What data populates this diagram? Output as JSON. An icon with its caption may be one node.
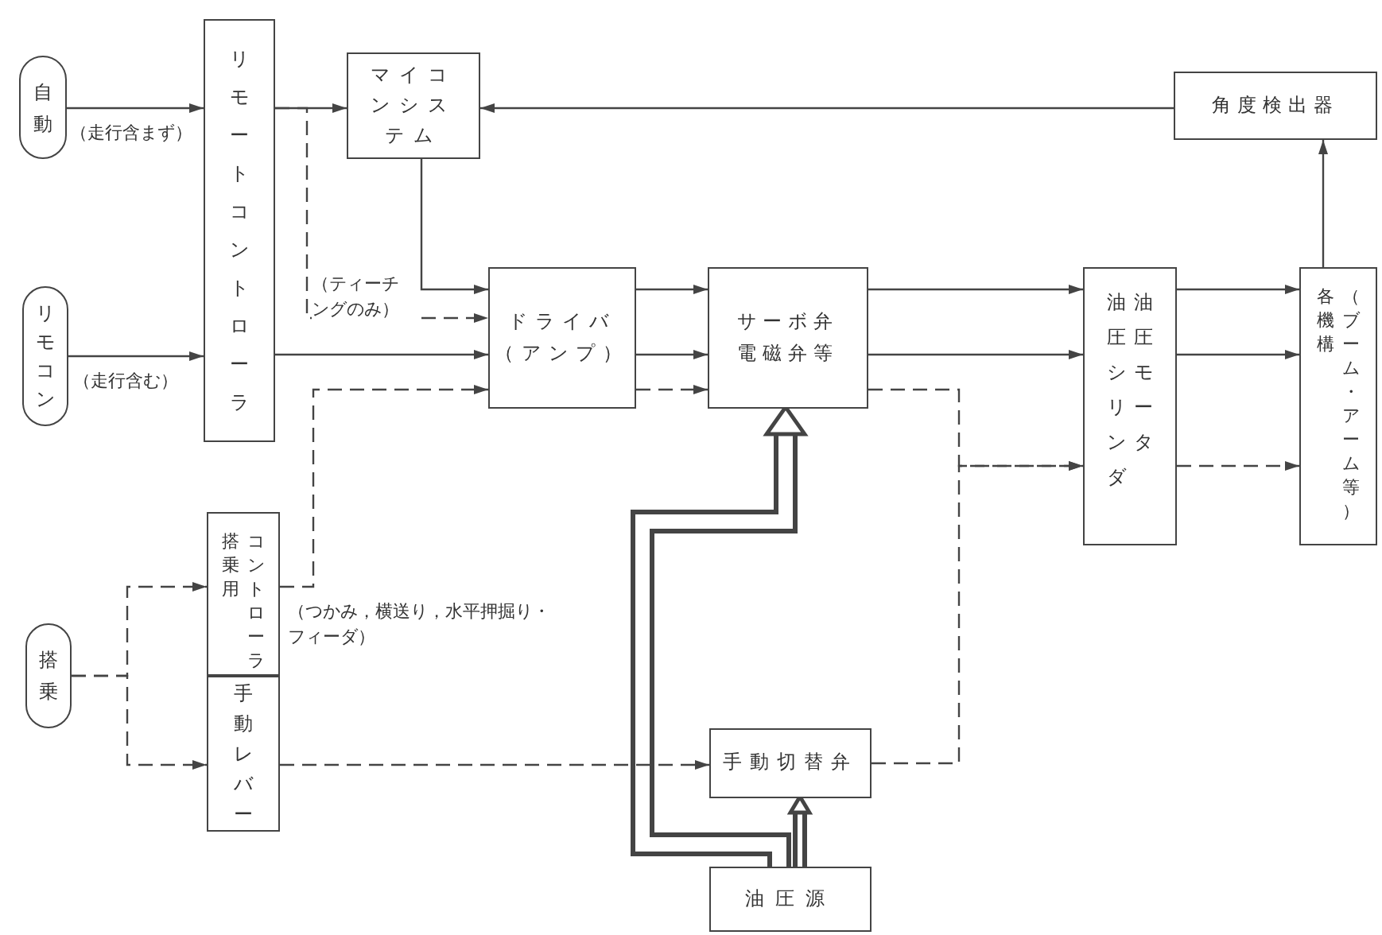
{
  "diagram": {
    "nodes": [
      {
        "text": [
          "自動"
        ]
      },
      {
        "text": [
          "リモコン"
        ]
      },
      {
        "text": [
          "リモートコントローラ"
        ]
      },
      {
        "text": [
          "マイコンシステム"
        ]
      },
      {
        "text": [
          "角度検出器"
        ]
      },
      {
        "text": [
          "ドライバ（アンプ）"
        ]
      },
      {
        "text": [
          "サーボ弁電磁弁等"
        ]
      },
      {
        "text": [
          "油圧シリンダ",
          "油圧モータ"
        ]
      },
      {
        "text": [
          "各機構",
          "（ブーム・アーム等）"
        ]
      },
      {
        "text": [
          "搭乗"
        ]
      },
      {
        "text": [
          "搭乗用",
          "コントローラ"
        ]
      },
      {
        "text": [
          "手動レバー"
        ]
      },
      {
        "text": [
          "手動切替弁"
        ]
      },
      {
        "text": [
          "油圧源"
        ]
      }
    ],
    "edges": [
      {
        "from": 0,
        "to": 2,
        "arrow": "to",
        "label": "（走行含まず）"
      },
      {
        "from": 1,
        "to": 2,
        "arrow": "to",
        "label": "（走行含む）"
      },
      {
        "from": 2,
        "to": 3,
        "arrow": "to"
      },
      {
        "from": 2,
        "to": 5,
        "arrow": "to",
        "style": "dashed",
        "label": "（ティーチングのみ）"
      },
      {
        "from": 3,
        "to": 5,
        "arrow": "to"
      },
      {
        "from": 2,
        "to": 5,
        "arrow": "to"
      },
      {
        "from": 10,
        "to": 5,
        "arrow": "to",
        "style": "dashed",
        "label": "（つかみ，横送り，水平押掘り・フィーダ）"
      },
      {
        "from": 5,
        "to": 6,
        "arrow": "to"
      },
      {
        "from": 5,
        "to": 6,
        "arrow": "to"
      },
      {
        "from": 5,
        "to": 6,
        "arrow": "to",
        "style": "dashed"
      },
      {
        "from": 6,
        "to": 7,
        "arrow": "to"
      },
      {
        "from": 6,
        "to": 7,
        "arrow": "to"
      },
      {
        "from": 6,
        "to": 7,
        "arrow": "to",
        "style": "dashed"
      },
      {
        "from": 12,
        "to": 7,
        "arrow": "to",
        "style": "dashed"
      },
      {
        "from": 7,
        "to": 8,
        "arrow": "to"
      },
      {
        "from": 7,
        "to": 8,
        "arrow": "to"
      },
      {
        "from": 7,
        "to": 8,
        "arrow": "to",
        "style": "dashed"
      },
      {
        "from": 8,
        "to": 4,
        "arrow": "to"
      },
      {
        "from": 4,
        "to": 3,
        "arrow": "to"
      },
      {
        "from": 9,
        "to": 10,
        "arrow": "to",
        "style": "dashed"
      },
      {
        "from": 9,
        "to": 11,
        "arrow": "to",
        "style": "dashed"
      },
      {
        "from": 11,
        "to": 12,
        "arrow": "to",
        "style": "dashed"
      },
      {
        "from": 13,
        "to": 6,
        "arrow": "to",
        "style": "thick"
      },
      {
        "from": 13,
        "to": 12,
        "arrow": "to",
        "style": "thick"
      }
    ]
  }
}
